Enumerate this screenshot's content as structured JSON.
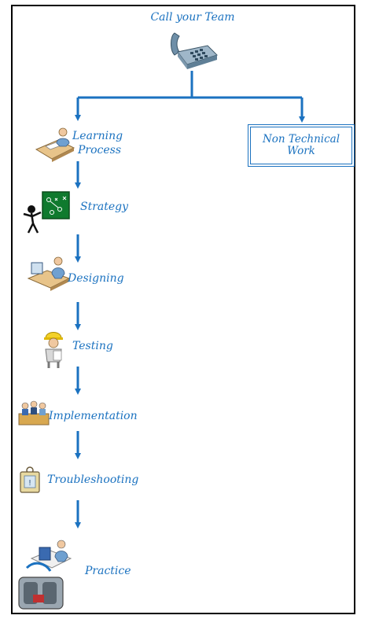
{
  "colors": {
    "accent": "#1b72c0",
    "border": "#000000"
  },
  "top": {
    "title": "Call your Team",
    "icon": "telephone-icon"
  },
  "branches": {
    "right_box": [
      "Non Technical",
      "Work"
    ]
  },
  "steps": [
    {
      "label_lines": [
        "Learning",
        "Process"
      ],
      "icon": "desk-worker-icon"
    },
    {
      "label": "Strategy",
      "icon": "strategy-board-icon"
    },
    {
      "label": "Designing",
      "icon": "designer-icon"
    },
    {
      "label": "Testing",
      "icon": "worker-icon"
    },
    {
      "label": "Implementation",
      "icon": "team-meeting-icon"
    },
    {
      "label": "Troubleshooting",
      "icon": "badge-icon"
    },
    {
      "label": "Practice",
      "icon": "practice-workstation-icon"
    }
  ]
}
